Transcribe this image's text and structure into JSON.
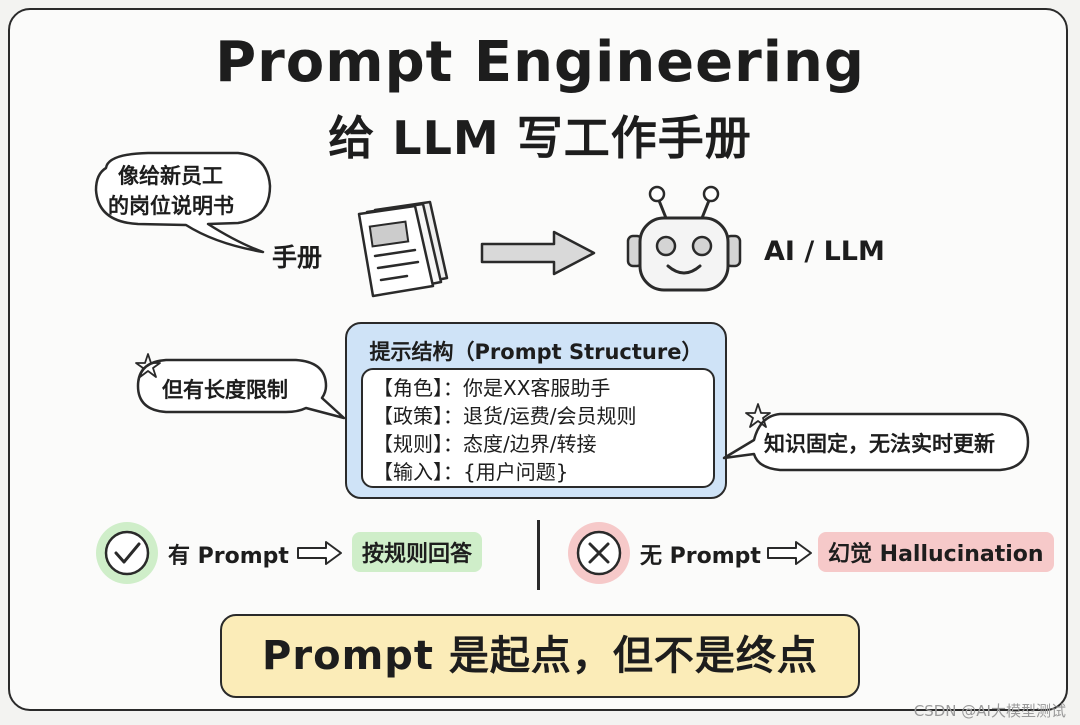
{
  "title": {
    "line1": "Prompt Engineering",
    "line2": "给 LLM 写工作手册"
  },
  "manual": {
    "bubble_line1": "像给新员工",
    "bubble_line2": "的岗位说明书",
    "label": "手册",
    "target_label": "AI / LLM"
  },
  "structure": {
    "title": "提示结构（Prompt Structure）",
    "lines": [
      "【角色】：你是XX客服助手",
      "【政策】：退货/运费/会员规则",
      "【规则】：态度/边界/转接",
      "【输入】：{用户问题}"
    ]
  },
  "notes": {
    "left": "但有长度限制",
    "right": "知识固定，无法实时更新"
  },
  "compare": {
    "with_label": "有 Prompt",
    "with_result": "按规则回答",
    "without_label": "无 Prompt",
    "without_result": "幻觉 Hallucination"
  },
  "footer": "Prompt 是起点，但不是终点",
  "watermark": "CSDN @AI大模型测试",
  "colors": {
    "blue_box": "#cfe3f7",
    "green": "#cfeec9",
    "red": "#f6c9c9",
    "yellow": "#fbecb8"
  }
}
